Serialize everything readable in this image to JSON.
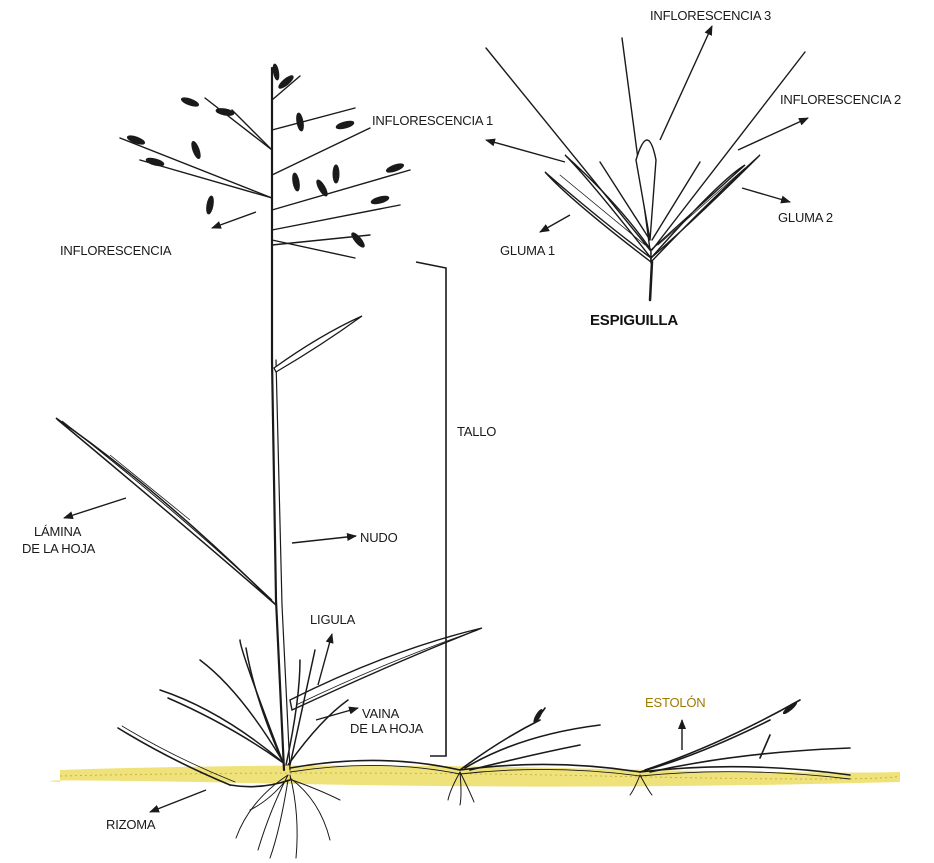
{
  "colors": {
    "ground": "#f0e27a",
    "ink": "#1a1a1a",
    "accent_label": "#a07a00"
  },
  "labels": {
    "inflorescencia": "INFLORESCENCIA",
    "inflorescencia_1": "INFLORESCENCIA 1",
    "inflorescencia_2": "INFLORESCENCIA 2",
    "inflorescencia_3": "INFLORESCENCIA 3",
    "gluma_1": "GLUMA 1",
    "gluma_2": "GLUMA 2",
    "espiguilla": "ESPIGUILLA",
    "tallo": "TALLO",
    "lamina_line1": "LÁMINA",
    "lamina_line2": "DE LA HOJA",
    "nudo": "NUDO",
    "ligula": "LIGULA",
    "vaina_line1": "VAINA",
    "vaina_line2": "DE LA HOJA",
    "estolon": "ESTOLÓN",
    "rizoma": "RIZOMA"
  }
}
